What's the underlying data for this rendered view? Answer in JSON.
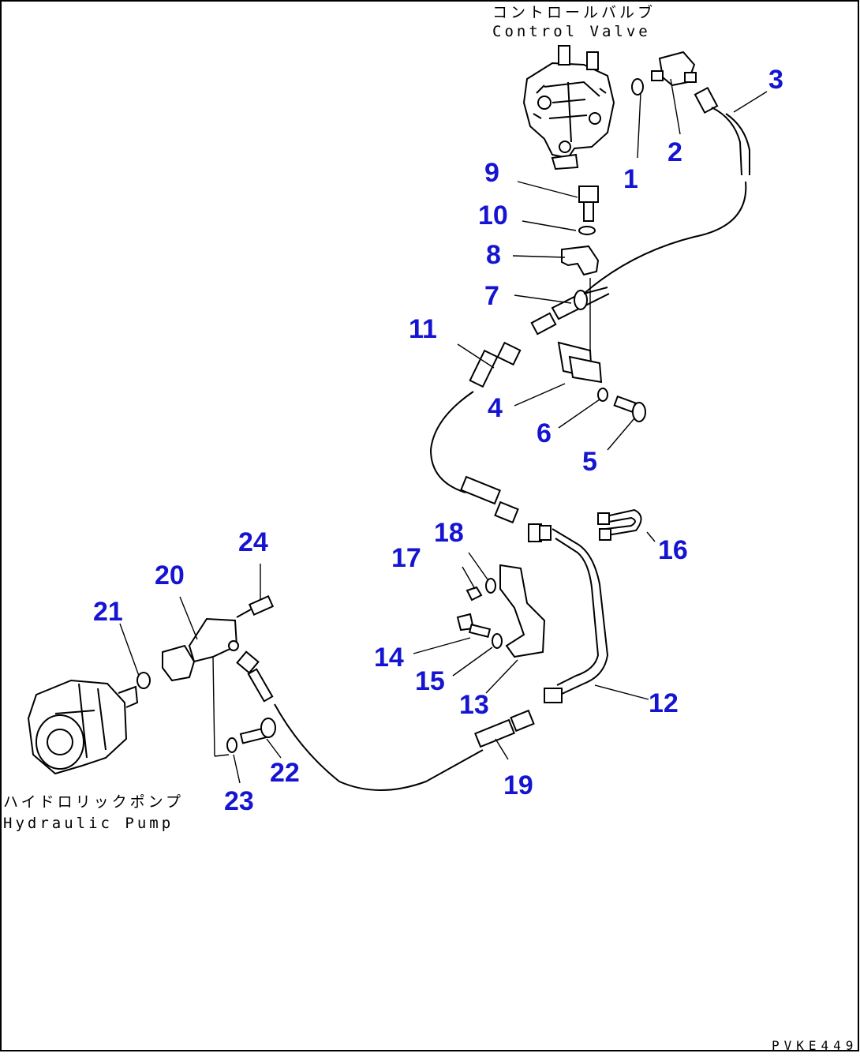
{
  "diagram": {
    "ink_color": "#000000",
    "callout_color": "#1414d2",
    "labels": {
      "control_valve_jp": "コントロールバルブ",
      "control_valve_en": "Control Valve",
      "hydraulic_pump_jp": "ハイドロリックポンプ",
      "hydraulic_pump_en": "Hydraulic Pump"
    },
    "drawing_code": "PVKE449",
    "callouts": [
      "1",
      "2",
      "3",
      "4",
      "5",
      "6",
      "7",
      "8",
      "9",
      "10",
      "11",
      "12",
      "13",
      "14",
      "15",
      "16",
      "17",
      "18",
      "19",
      "20",
      "21",
      "22",
      "23",
      "24"
    ]
  }
}
